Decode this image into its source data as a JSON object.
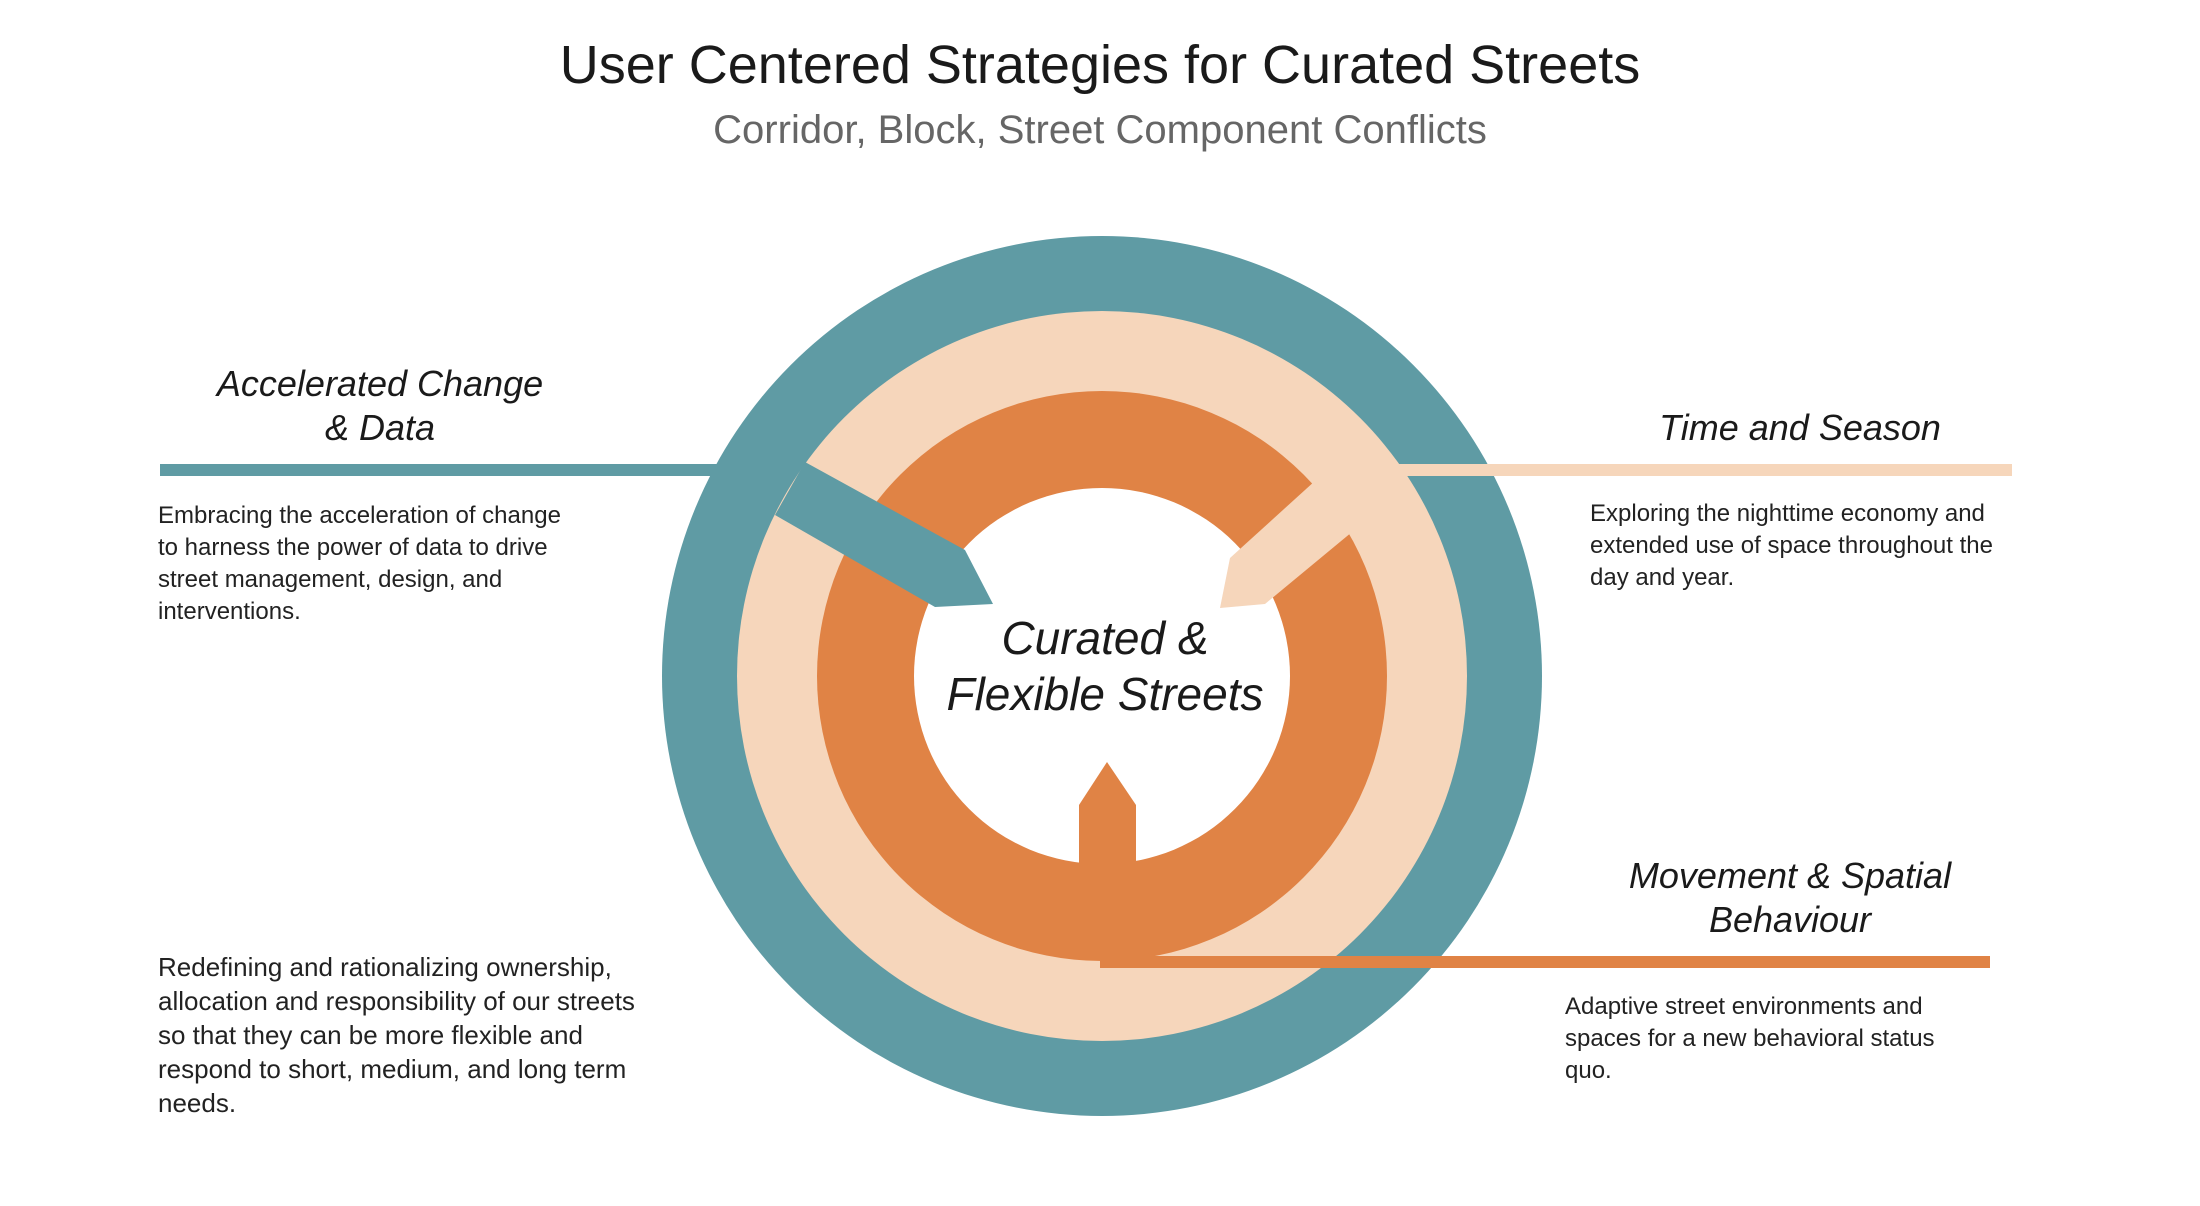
{
  "title": "User Centered Strategies for Curated Streets",
  "subtitle": "Corridor, Block, Street Component Conflicts",
  "colors": {
    "outer_ring": "#5f9ba4",
    "middle_ring": "#f6d6bb",
    "inner_ring": "#e08345",
    "center": "#ffffff"
  },
  "center": {
    "line1": "Curated &",
    "line2": "Flexible Streets"
  },
  "strategies": {
    "accelerated": {
      "heading_line1": "Accelerated Change",
      "heading_line2": "& Data",
      "description": [
        "Embracing the acceleration of change",
        "to harness the power of data to drive",
        "street management, design, and",
        "interventions."
      ]
    },
    "time": {
      "heading": "Time and Season",
      "description": [
        "Exploring the nighttime economy and",
        "extended use of space throughout the",
        "day and year."
      ]
    },
    "movement": {
      "heading_line1": "Movement & Spatial",
      "heading_line2": "Behaviour",
      "description": [
        "Adaptive street environments and",
        "spaces for a new behavioral status",
        "quo."
      ]
    },
    "ownership": {
      "description": [
        "Redefining and rationalizing ownership,",
        "allocation and responsibility of our streets",
        "so that they can be more flexible and",
        "respond to short, medium, and long term",
        "needs."
      ]
    }
  }
}
